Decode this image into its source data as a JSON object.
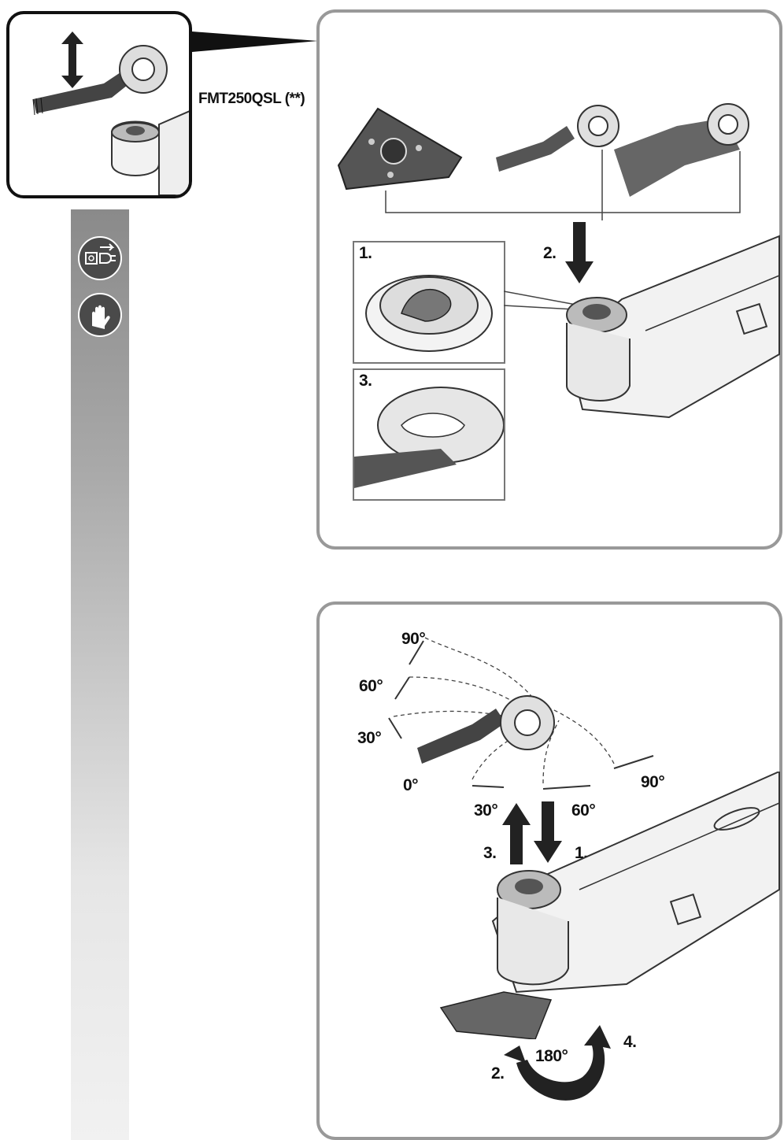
{
  "model_label": "FMT250QSL (**)",
  "panel1": {
    "step1": "1.",
    "step2": "2.",
    "step3": "3."
  },
  "panel2": {
    "angles": {
      "a90_top": "90°",
      "a60": "60°",
      "a30_left": "30°",
      "a0": "0°",
      "a90_right": "90°",
      "arrow_up": "30°",
      "arrow_down": "60°",
      "rotate": "180°"
    },
    "steps": {
      "s1": "1.",
      "s2": "2.",
      "s3": "3.",
      "s4": "4."
    }
  },
  "icons": [
    "unplug-icon",
    "gloves-icon"
  ],
  "colors": {
    "strip_top": "#8a8a8a",
    "strip_bottom": "#f1f1f1",
    "panel_border": "#999999",
    "inset_border": "#111111"
  }
}
